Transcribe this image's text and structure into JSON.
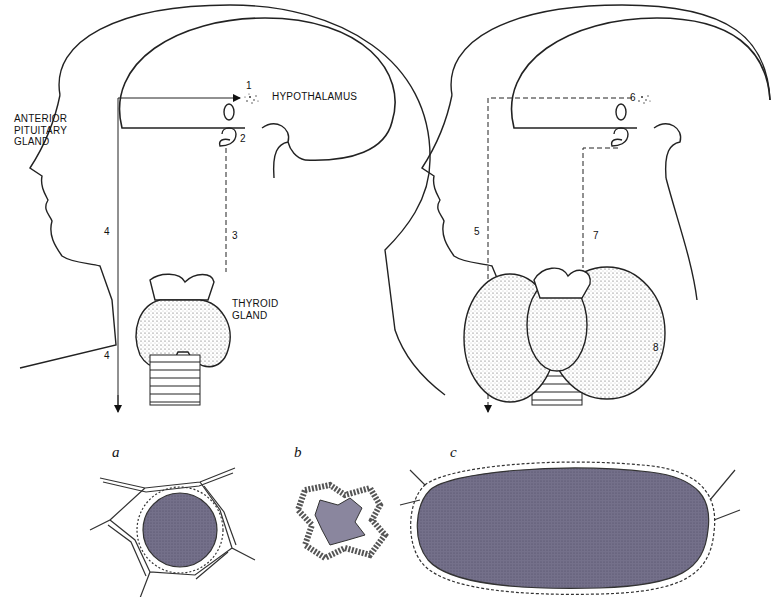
{
  "diagram": {
    "labels": [
      "1",
      "HYPOTHALAMUS",
      "ANTERIOR PITUITARY GLAND",
      "2",
      "4",
      "3",
      "THYROID GLAND",
      "4",
      "5",
      "6",
      "7",
      "8",
      "a",
      "b",
      "c"
    ]
  }
}
